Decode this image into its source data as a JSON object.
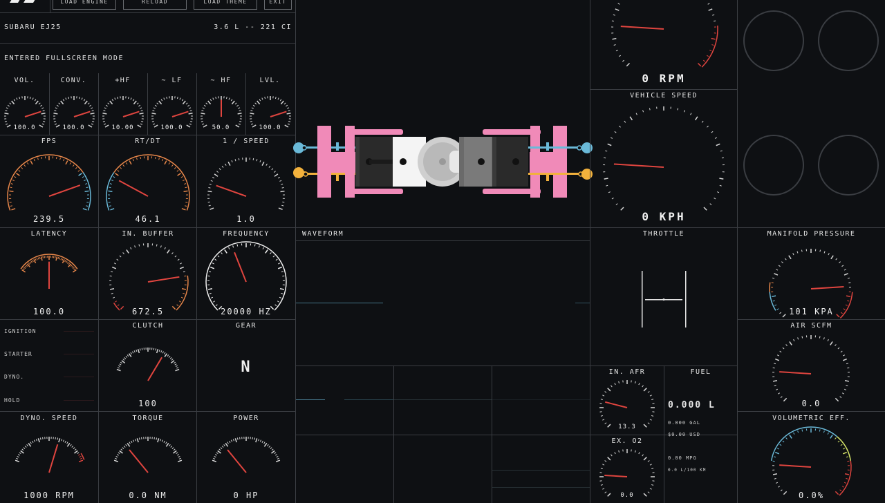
{
  "toolbar": {
    "load_engine": "LOAD ENGINE",
    "reload": "RELOAD",
    "load_theme": "LOAD THEME",
    "exit": "EXIT"
  },
  "engine": {
    "name": "SUBARU EJ25",
    "displacement": "3.6 L -- 221 CI"
  },
  "console": {
    "message": "ENTERED FULLSCREEN MODE"
  },
  "small_gauges": [
    {
      "label": "VOL.",
      "value": "100.0",
      "level": 0.8
    },
    {
      "label": "CONV.",
      "value": "100.0",
      "level": 0.8
    },
    {
      "label": "+HF",
      "value": "10.00",
      "level": 0.8
    },
    {
      "label": "~ LF",
      "value": "100.0",
      "level": 0.8
    },
    {
      "label": "~ HF",
      "value": "50.0",
      "level": 0.5
    },
    {
      "label": "LVL.",
      "value": "100.0",
      "level": 0.8
    }
  ],
  "gauges": {
    "fps": {
      "label": "FPS",
      "value": "239.5",
      "level": 0.82
    },
    "rtdt": {
      "label": "RT/DT",
      "value": "46.1",
      "level": 0.22
    },
    "speed_ratio": {
      "label": "1 / SPEED",
      "value": "1.0",
      "level": 0.18
    },
    "latency": {
      "label": "LATENCY",
      "value": "100.0",
      "level": 0.5
    },
    "in_buffer": {
      "label": "IN. BUFFER",
      "value": "672.5",
      "level": 0.8
    },
    "frequency": {
      "label": "FREQUENCY",
      "value": "20000 HZ",
      "level": 0.42
    },
    "clutch": {
      "label": "CLUTCH",
      "value": "100",
      "level": 0.72
    },
    "dyno_speed": {
      "label": "DYNO. SPEED",
      "value": "1000 RPM",
      "level": 0.62
    },
    "torque": {
      "label": "TORQUE",
      "value": "0.0 NM",
      "level": 0.22
    },
    "power": {
      "label": "POWER",
      "value": "0 HP",
      "level": 0.22
    },
    "rpm": {
      "value": "0 RPM",
      "level": 0.18
    },
    "vehicle_speed": {
      "label": "VEHICLE SPEED",
      "value": "0 KPH",
      "level": 0.18
    },
    "manifold": {
      "label": "MANIFOLD PRESSURE",
      "value": "101 KPA",
      "level": 0.82
    },
    "air_scfm": {
      "label": "AIR SCFM",
      "value": "0.0",
      "level": 0.18
    },
    "vol_eff": {
      "label": "VOLUMETRIC EFF.",
      "value": "0.0%",
      "level": 0.18
    },
    "in_afr": {
      "label": "IN. AFR",
      "value": "13.3",
      "level": 0.22
    },
    "ex_o2": {
      "label": "EX. O2",
      "value": "0.0",
      "level": 0.18
    }
  },
  "gear": {
    "label": "GEAR",
    "value": "N"
  },
  "switches": [
    "IGNITION",
    "STARTER",
    "DYNO.",
    "HOLD"
  ],
  "waveform": {
    "label": "WAVEFORM"
  },
  "throttle": {
    "label": "THROTTLE"
  },
  "fuel": {
    "label": "FUEL",
    "liters": "0.000 L",
    "gal": "0.000 GAL",
    "usd": "$0.00 USD",
    "mpg": "0.00 MPG",
    "l100": "0.0 L/100 KM"
  },
  "colors": {
    "background": "#0e1013",
    "needle": "#e0453f",
    "orange": "#e8874a",
    "blue": "#6ab9d8",
    "pink": "#f08ab8",
    "yellow": "#f2b13c",
    "grid": "#3a3d42"
  }
}
